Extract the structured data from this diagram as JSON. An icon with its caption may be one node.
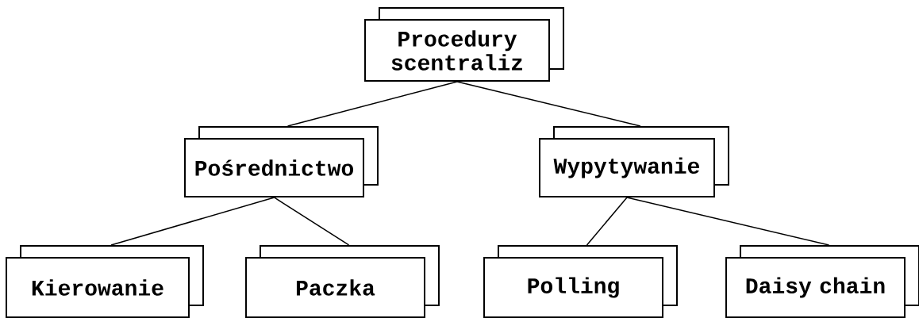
{
  "diagram": {
    "nodes": [
      {
        "text": [
          "Procedury scentraliz"
        ]
      },
      {
        "text": [
          "Pośrednictwo"
        ]
      },
      {
        "text": [
          "Wypytywanie"
        ]
      },
      {
        "text": [
          "Kierowanie"
        ]
      },
      {
        "text": [
          "Paczka"
        ]
      },
      {
        "text": [
          "Polling"
        ]
      },
      {
        "text": [
          "Daisy chain"
        ]
      }
    ],
    "edges": [
      {
        "from": 0,
        "to": 1,
        "arrow": "none"
      },
      {
        "from": 0,
        "to": 2,
        "arrow": "none"
      },
      {
        "from": 1,
        "to": 3,
        "arrow": "none"
      },
      {
        "from": 1,
        "to": 4,
        "arrow": "none"
      },
      {
        "from": 2,
        "to": 5,
        "arrow": "none"
      },
      {
        "from": 2,
        "to": 6,
        "arrow": "none"
      }
    ]
  }
}
